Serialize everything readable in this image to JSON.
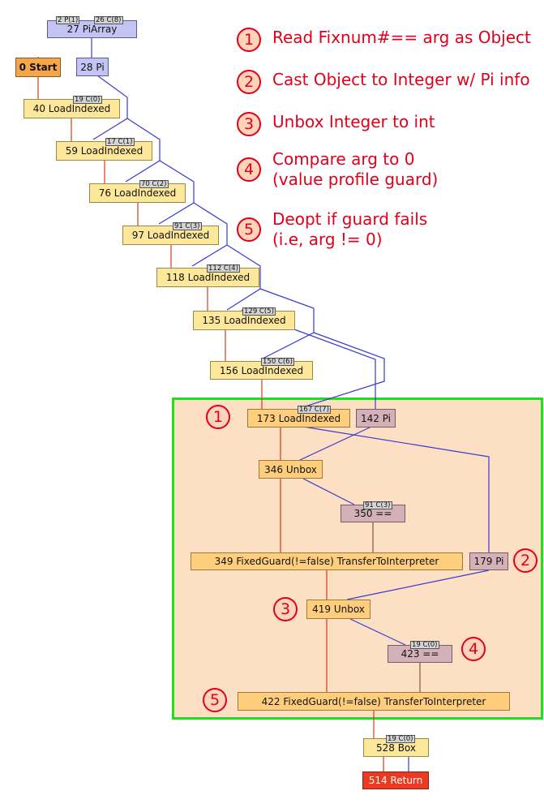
{
  "annotations": [
    {
      "num": "1",
      "text": "Read Fixnum#== arg as Object"
    },
    {
      "num": "2",
      "text": "Cast Object to Integer w/ Pi info"
    },
    {
      "num": "3",
      "text": "Unbox Integer to int"
    },
    {
      "num": "4",
      "text": "Compare arg to 0\n(value profile guard)"
    },
    {
      "num": "5",
      "text": "Deopt if guard fails\n(i.e, arg != 0)"
    }
  ],
  "markers": [
    "1",
    "2",
    "3",
    "4",
    "5"
  ],
  "nodes": {
    "piarray": "27 PiArray",
    "start": "0 Start",
    "pi28": "28 Pi",
    "li40": "40 LoadIndexed",
    "li59": "59 LoadIndexed",
    "li76": "76 LoadIndexed",
    "li97": "97 LoadIndexed",
    "li118": "118 LoadIndexed",
    "li135": "135 LoadIndexed",
    "li156": "156 LoadIndexed",
    "li173": "173 LoadIndexed",
    "pi142": "142 Pi",
    "unbox346": "346 Unbox",
    "eq350": "350 ==",
    "guard349": "349 FixedGuard(!=false) TransferToInterpreter",
    "pi179": "179 Pi",
    "unbox419": "419 Unbox",
    "eq423": "423 ==",
    "guard422": "422 FixedGuard(!=false) TransferToInterpreter",
    "box528": "528 Box",
    "ret514": "514 Return"
  },
  "tags": {
    "p1": "2 P(1)",
    "c8": "26 C(8)",
    "c40": "19 C(0)",
    "c59": "17 C(1)",
    "c76": "70 C(2)",
    "c97": "91 C(3)",
    "c118": "112 C(4)",
    "c135": "129 C(5)",
    "c156": "150 C(6)",
    "c173": "167 C(7)",
    "c350": "91 C(3)",
    "c423": "19 C(0)",
    "c528": "19 C(0)"
  },
  "colors": {
    "control_edge": "#d83a1a",
    "data_edge": "#3a3ad0",
    "annotation_red": "#e0001b",
    "highlight_border": "#22dd22",
    "highlight_fill": "#fde0c4",
    "load_node": "#fde79b",
    "load_node_highlight": "#ffce7d",
    "pi_node": "#c3c3f4",
    "compare_node": "#d4b1b8",
    "start_node": "#f5a54a",
    "return_node": "#ec3a22"
  }
}
